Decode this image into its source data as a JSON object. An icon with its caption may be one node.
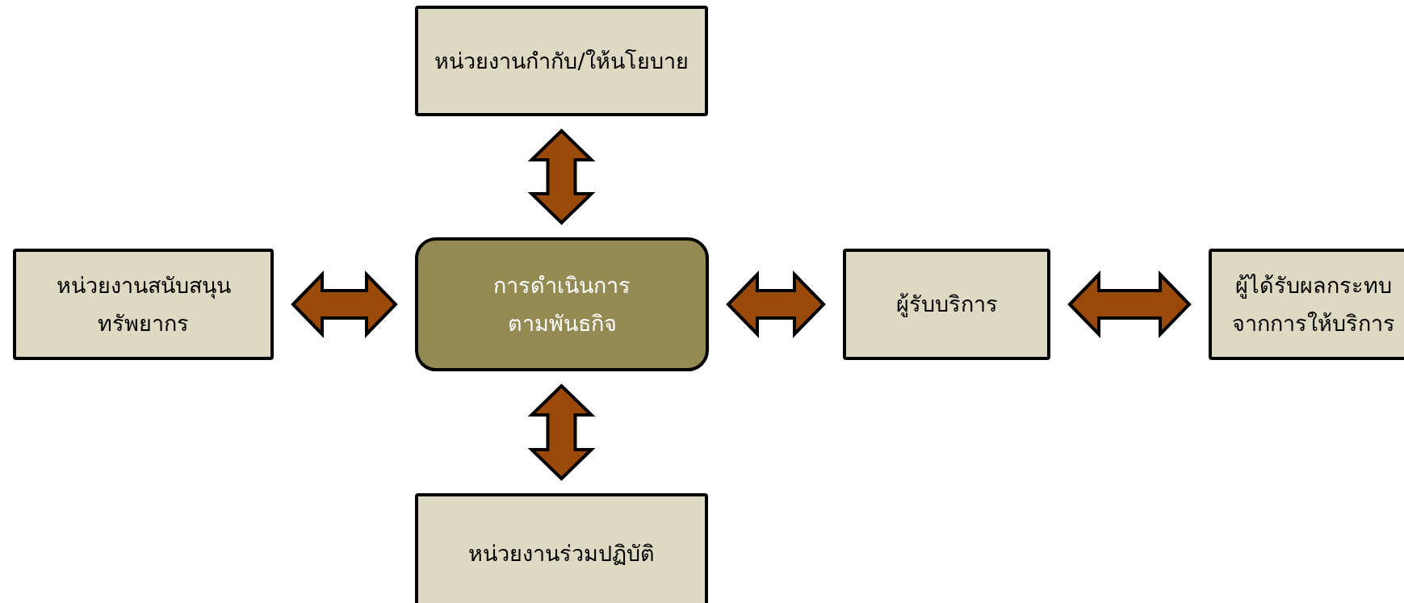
{
  "diagram": {
    "nodes": [
      {
        "text": [
          "หน่วยงานกำกับ/ให้นโยบาย"
        ]
      },
      {
        "text": [
          "หน่วยงานสนับสนุนทรัพยากร"
        ]
      },
      {
        "text": [
          "การดำเนินการตามพันธกิจ"
        ]
      },
      {
        "text": [
          "ผู้รับบริการ"
        ]
      },
      {
        "text": [
          "ผู้ได้รับผลกระทบจากการให้บริการ"
        ]
      },
      {
        "text": [
          "หน่วยงานร่วมปฏิบัติ"
        ]
      }
    ],
    "edges": [
      {
        "from": 2,
        "to": 0,
        "arrow": "both"
      },
      {
        "from": 1,
        "to": 2,
        "arrow": "both"
      },
      {
        "from": 2,
        "to": 3,
        "arrow": "both"
      },
      {
        "from": 3,
        "to": 4,
        "arrow": "both"
      },
      {
        "from": 2,
        "to": 5,
        "arrow": "both"
      }
    ]
  }
}
